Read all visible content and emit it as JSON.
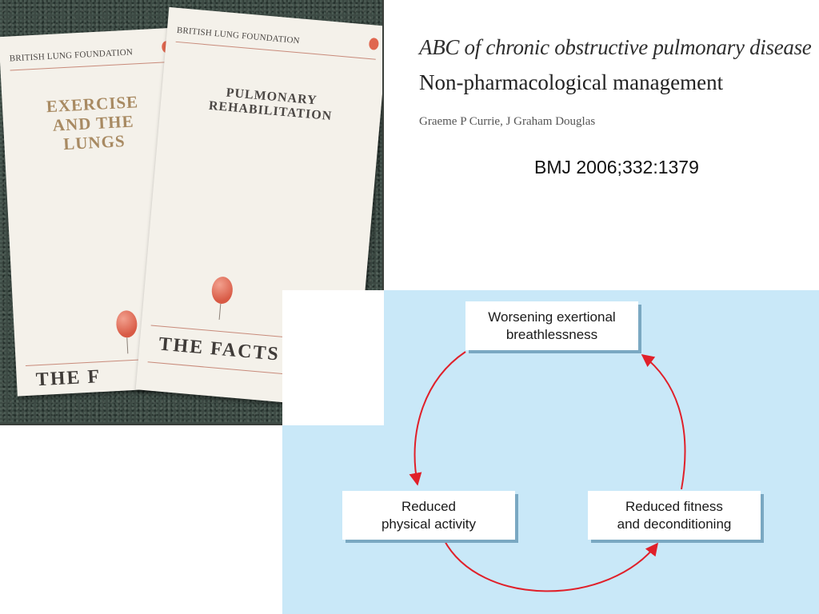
{
  "photo": {
    "leaflet_left": {
      "organisation": "BRITISH LUNG FOUNDATION",
      "title": "EXERCISE\nAND THE\nLUNGS",
      "footer": "THE F"
    },
    "leaflet_right": {
      "organisation": "BRITISH LUNG FOUNDATION",
      "title": "PULMONARY\nREHABILITATION",
      "footer": "THE FACTS"
    }
  },
  "heading": {
    "series": "ABC of chronic obstructive pulmonary disease",
    "title": "Non-pharmacological management",
    "authors": "Graeme P Currie, J Graham Douglas"
  },
  "citation": "BMJ 2006;332:1379",
  "diagram": {
    "nodes": {
      "top": "Worsening exertional\nbreathlessness",
      "left": "Reduced\nphysical activity",
      "right": "Reduced fitness\nand deconditioning"
    },
    "colors": {
      "panel": "#c9e8f8",
      "arrow": "#e0202a",
      "node_shadow": "#7aa8c2"
    }
  }
}
